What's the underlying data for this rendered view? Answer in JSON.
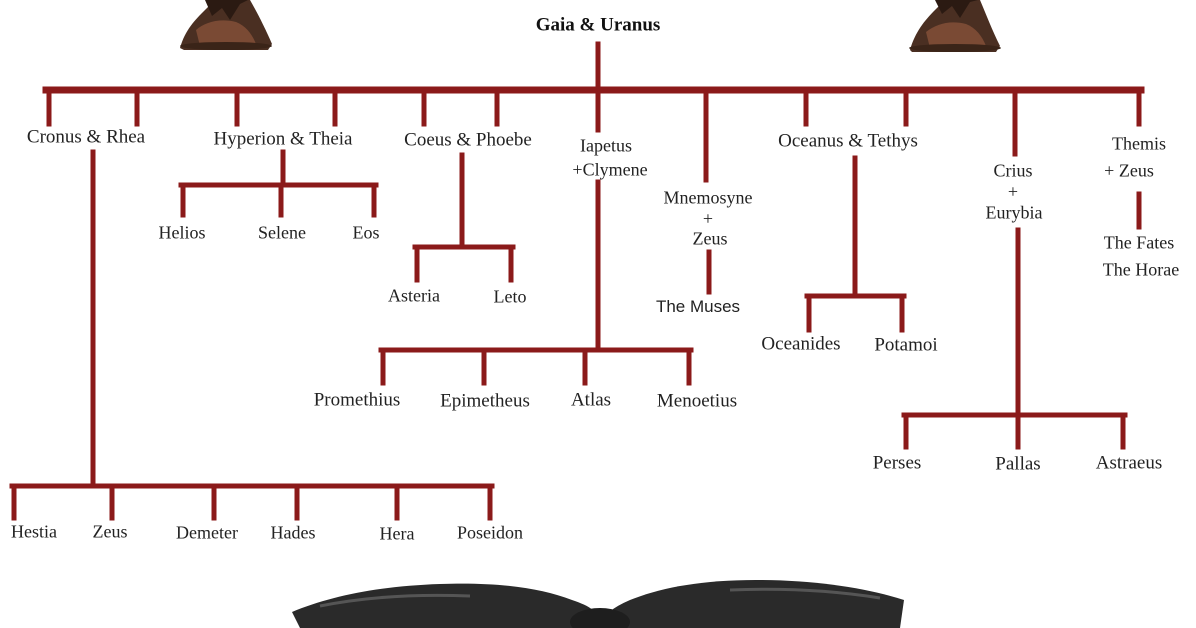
{
  "title": "Gaia & Uranus",
  "line_color": "#8b1a1a",
  "nodes": {
    "cronus_rhea": "Cronus &  Rhea",
    "hyperion_theia": "Hyperion & Theia",
    "coeus_phoebe": "Coeus & Phoebe",
    "iapetus_1": "Iapetus",
    "iapetus_2": "+Clymene",
    "mnemosyne_1": "Mnemosyne",
    "mnemosyne_2": "+",
    "mnemosyne_3": "Zeus",
    "oceanus_tethys": "Oceanus & Tethys",
    "crius_1": "Crius",
    "crius_2": "+",
    "crius_3": "Eurybia",
    "themis_1": "Themis",
    "themis_2": "+ Zeus",
    "helios": "Helios",
    "selene": "Selene",
    "eos": "Eos",
    "asteria": "Asteria",
    "leto": "Leto",
    "muses": "The Muses",
    "fates": "The Fates",
    "horae": "The Horae",
    "oceanides": "Oceanides",
    "potamoi": "Potamoi",
    "promethius": "Promethius",
    "epimetheus": "Epimetheus",
    "atlas": "Atlas",
    "menoetius": "Menoetius",
    "perses": "Perses",
    "pallas": "Pallas",
    "astraeus": "Astraeus",
    "hestia": "Hestia",
    "zeus": "Zeus",
    "demeter": "Demeter",
    "hades": "Hades",
    "hera": "Hera",
    "poseidon": "Poseidon"
  }
}
